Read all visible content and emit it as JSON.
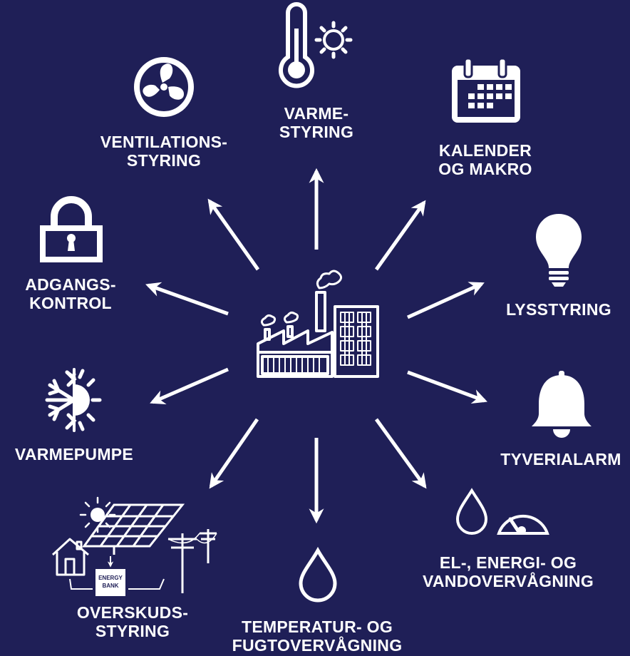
{
  "diagram": {
    "center": {
      "icon": "factory-icon"
    },
    "nodes": [
      {
        "id": "varme",
        "icon": "thermometer-sun-icon",
        "lines": [
          "VARME-",
          "STYRING"
        ]
      },
      {
        "id": "kalender",
        "icon": "calendar-icon",
        "lines": [
          "KALENDER",
          "OG MAKRO"
        ]
      },
      {
        "id": "lys",
        "icon": "lightbulb-icon",
        "lines": [
          "LYSSTYRING"
        ]
      },
      {
        "id": "tyveri",
        "icon": "bell-icon",
        "lines": [
          "TYVERIALARM"
        ]
      },
      {
        "id": "el",
        "icon": "drop-gauge-icon",
        "lines": [
          "EL-, ENERGI- OG",
          "VANDOVERVÅGNING"
        ]
      },
      {
        "id": "temp",
        "icon": "water-drop-icon",
        "lines": [
          "TEMPERATUR- OG",
          "FUGTOVERVÅGNING"
        ]
      },
      {
        "id": "overskud",
        "icon": "solar-energy-bank-icon",
        "lines": [
          "OVERSKUDS-",
          "STYRING"
        ],
        "energy_bank": [
          "ENERGY",
          "BANK"
        ]
      },
      {
        "id": "varmepumpe",
        "icon": "heat-pump-icon",
        "lines": [
          "VARMEPUMPE"
        ]
      },
      {
        "id": "adgang",
        "icon": "padlock-icon",
        "lines": [
          "ADGANGS-",
          "KONTROL"
        ]
      },
      {
        "id": "ventilation",
        "icon": "fan-icon",
        "lines": [
          "VENTILATIONS-",
          "STYRING"
        ]
      }
    ]
  },
  "colors": {
    "background": "#1f1f57",
    "foreground": "#ffffff"
  }
}
